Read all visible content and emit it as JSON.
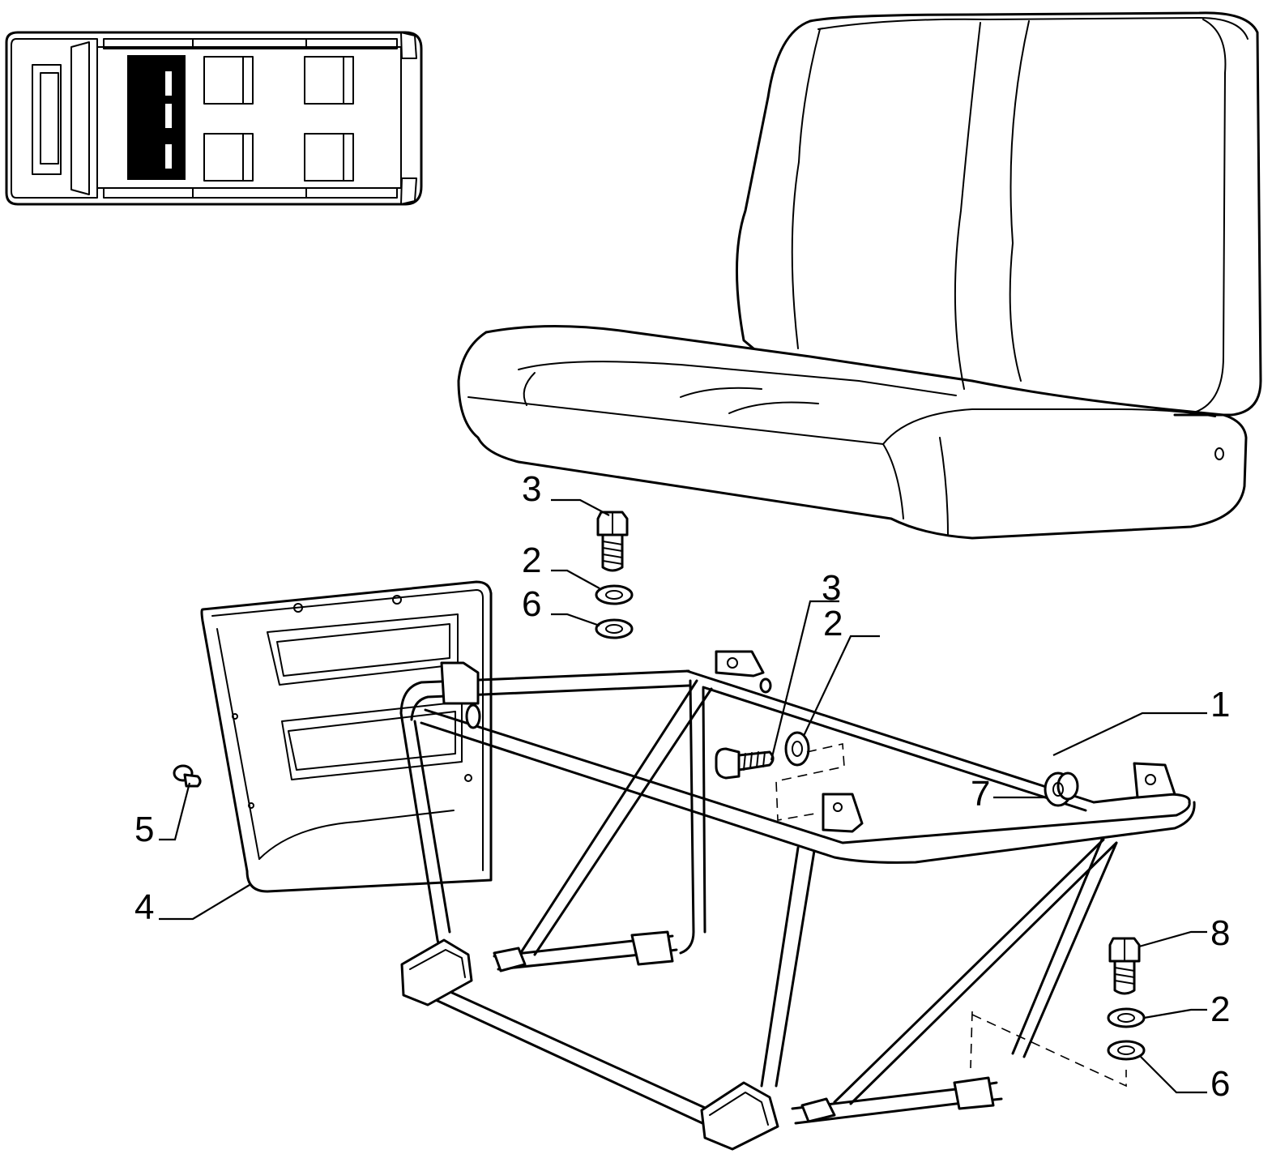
{
  "callouts": {
    "c1": "1",
    "c2_top": "2",
    "c2_mid": "2",
    "c2_right": "2",
    "c3_top": "3",
    "c3_mid": "3",
    "c4": "4",
    "c5": "5",
    "c6_top": "6",
    "c6_right": "6",
    "c7": "7",
    "c8": "8"
  },
  "colors": {
    "line": "#000000",
    "background": "#ffffff",
    "highlight": "#000000"
  },
  "icons": [
    "vehicle-top-view-icon"
  ]
}
